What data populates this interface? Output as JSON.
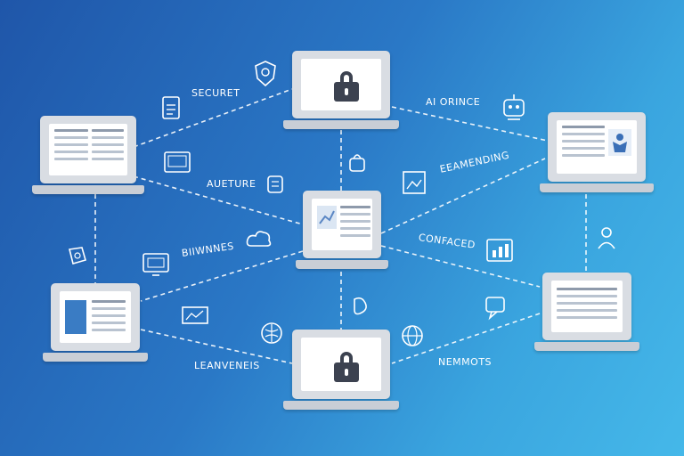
{
  "labels": {
    "securet": "SECURET",
    "ai_orince": "AI ORINCE",
    "aueture": "AUETURE",
    "eeamending": "EEAMENDING",
    "biiwnnes": "BIIWNNES",
    "confaced": "CONFACED",
    "leanvenes": "LEANVENEIS",
    "nemmots": "NEMMOTS"
  },
  "icons": [
    "shield-icon",
    "document-icon",
    "tablet-icon",
    "robot-icon",
    "gear-hand-icon",
    "picture-frame-icon",
    "cloud-icon",
    "monitor-icon",
    "chart-icon",
    "puzzle-icon",
    "globe-icon",
    "person-icon",
    "handshake-icon",
    "brain-icon",
    "presentation-icon",
    "chat-icon"
  ],
  "colors": {
    "background_start": "#1f56a9",
    "background_end": "#45b8e9",
    "link_line": "#ffffff",
    "laptop_frame": "#d9dde3",
    "lock": "#3c4250"
  }
}
